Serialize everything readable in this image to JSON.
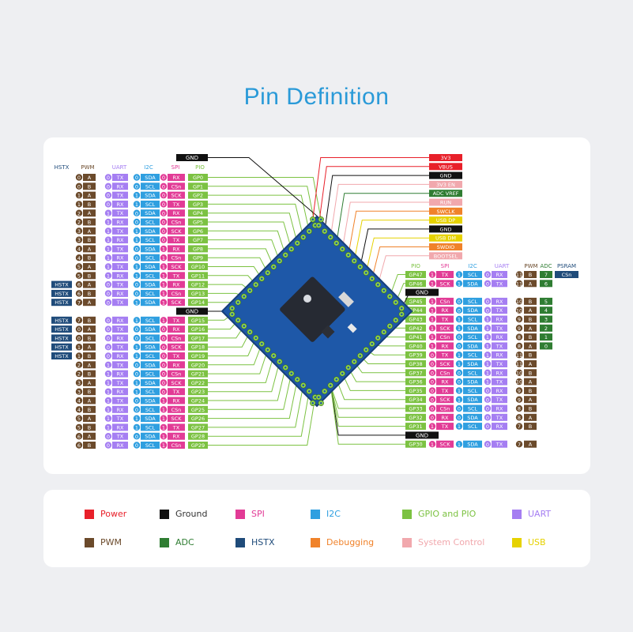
{
  "title": "Pin Definition",
  "colors": {
    "power": "#e8202a",
    "ground": "#111111",
    "spi": "#e23b96",
    "i2c": "#2f9fe0",
    "gpio": "#7cc242",
    "uart": "#a57ef2",
    "pwm": "#6b4a2b",
    "adc": "#2f7d32",
    "hstx": "#1f4b7a",
    "debug": "#f0822a",
    "system": "#f1a8ad",
    "usb": "#e6d200"
  },
  "left_headers": {
    "hstx": "HSTX",
    "pwm": "PWM",
    "uart": "UART",
    "i2c": "I2C",
    "spi": "SPI",
    "pio": "PIO"
  },
  "left_gnd_top": "GND",
  "left_gnd_mid": "GND",
  "left_pins": [
    {
      "hstx": "",
      "pwm": [
        "0",
        "A"
      ],
      "uart": [
        "0",
        "TX"
      ],
      "i2c": [
        "0",
        "SDA"
      ],
      "spi": [
        "0",
        "RX"
      ],
      "pio": "GP0"
    },
    {
      "hstx": "",
      "pwm": [
        "0",
        "B"
      ],
      "uart": [
        "0",
        "RX"
      ],
      "i2c": [
        "0",
        "SCL"
      ],
      "spi": [
        "0",
        "CSn"
      ],
      "pio": "GP1"
    },
    {
      "hstx": "",
      "pwm": [
        "1",
        "A"
      ],
      "uart": [
        "0",
        "TX"
      ],
      "i2c": [
        "1",
        "SDA"
      ],
      "spi": [
        "0",
        "SCK"
      ],
      "pio": "GP2"
    },
    {
      "hstx": "",
      "pwm": [
        "1",
        "B"
      ],
      "uart": [
        "0",
        "RX"
      ],
      "i2c": [
        "1",
        "SCL"
      ],
      "spi": [
        "0",
        "TX"
      ],
      "pio": "GP3"
    },
    {
      "hstx": "",
      "pwm": [
        "2",
        "A"
      ],
      "uart": [
        "1",
        "TX"
      ],
      "i2c": [
        "0",
        "SDA"
      ],
      "spi": [
        "0",
        "RX"
      ],
      "pio": "GP4"
    },
    {
      "hstx": "",
      "pwm": [
        "2",
        "B"
      ],
      "uart": [
        "1",
        "RX"
      ],
      "i2c": [
        "0",
        "SCL"
      ],
      "spi": [
        "0",
        "CSn"
      ],
      "pio": "GP5"
    },
    {
      "hstx": "",
      "pwm": [
        "3",
        "A"
      ],
      "uart": [
        "1",
        "TX"
      ],
      "i2c": [
        "1",
        "SDA"
      ],
      "spi": [
        "0",
        "SCK"
      ],
      "pio": "GP6"
    },
    {
      "hstx": "",
      "pwm": [
        "3",
        "B"
      ],
      "uart": [
        "1",
        "RX"
      ],
      "i2c": [
        "1",
        "SCL"
      ],
      "spi": [
        "0",
        "TX"
      ],
      "pio": "GP7"
    },
    {
      "hstx": "",
      "pwm": [
        "4",
        "A"
      ],
      "uart": [
        "1",
        "TX"
      ],
      "i2c": [
        "0",
        "SDA"
      ],
      "spi": [
        "1",
        "RX"
      ],
      "pio": "GP8"
    },
    {
      "hstx": "",
      "pwm": [
        "4",
        "B"
      ],
      "uart": [
        "1",
        "RX"
      ],
      "i2c": [
        "0",
        "SCL"
      ],
      "spi": [
        "1",
        "CSn"
      ],
      "pio": "GP9"
    },
    {
      "hstx": "",
      "pwm": [
        "5",
        "A"
      ],
      "uart": [
        "1",
        "TX"
      ],
      "i2c": [
        "1",
        "SDA"
      ],
      "spi": [
        "1",
        "SCK"
      ],
      "pio": "GP10"
    },
    {
      "hstx": "",
      "pwm": [
        "5",
        "B"
      ],
      "uart": [
        "1",
        "RX"
      ],
      "i2c": [
        "1",
        "SCL"
      ],
      "spi": [
        "1",
        "TX"
      ],
      "pio": "GP11"
    },
    {
      "hstx": "HSTX",
      "pwm": [
        "6",
        "A"
      ],
      "uart": [
        "0",
        "TX"
      ],
      "i2c": [
        "0",
        "SDA"
      ],
      "spi": [
        "1",
        "RX"
      ],
      "pio": "GP12"
    },
    {
      "hstx": "HSTX",
      "pwm": [
        "6",
        "B"
      ],
      "uart": [
        "0",
        "RX"
      ],
      "i2c": [
        "0",
        "SCL"
      ],
      "spi": [
        "1",
        "CSn"
      ],
      "pio": "GP13"
    },
    {
      "hstx": "HSTX",
      "pwm": [
        "7",
        "A"
      ],
      "uart": [
        "0",
        "TX"
      ],
      "i2c": [
        "1",
        "SDA"
      ],
      "spi": [
        "1",
        "SCK"
      ],
      "pio": "GP14"
    },
    {
      "gnd": true
    },
    {
      "hstx": "HSTX",
      "pwm": [
        "7",
        "B"
      ],
      "uart": [
        "0",
        "RX"
      ],
      "i2c": [
        "1",
        "SCL"
      ],
      "spi": [
        "1",
        "TX"
      ],
      "pio": "GP15"
    },
    {
      "hstx": "HSTX",
      "pwm": [
        "0",
        "A"
      ],
      "uart": [
        "0",
        "TX"
      ],
      "i2c": [
        "0",
        "SDA"
      ],
      "spi": [
        "0",
        "RX"
      ],
      "pio": "GP16"
    },
    {
      "hstx": "HSTX",
      "pwm": [
        "0",
        "B"
      ],
      "uart": [
        "0",
        "RX"
      ],
      "i2c": [
        "0",
        "SCL"
      ],
      "spi": [
        "0",
        "CSn"
      ],
      "pio": "GP17"
    },
    {
      "hstx": "HSTX",
      "pwm": [
        "1",
        "A"
      ],
      "uart": [
        "0",
        "TX"
      ],
      "i2c": [
        "1",
        "SDA"
      ],
      "spi": [
        "0",
        "SCK"
      ],
      "pio": "GP18"
    },
    {
      "hstx": "HSTX",
      "pwm": [
        "1",
        "B"
      ],
      "uart": [
        "0",
        "RX"
      ],
      "i2c": [
        "1",
        "SCL"
      ],
      "spi": [
        "0",
        "TX"
      ],
      "pio": "GP19"
    },
    {
      "hstx": "",
      "pwm": [
        "2",
        "A"
      ],
      "uart": [
        "1",
        "TX"
      ],
      "i2c": [
        "0",
        "SDA"
      ],
      "spi": [
        "0",
        "RX"
      ],
      "pio": "GP20"
    },
    {
      "hstx": "",
      "pwm": [
        "2",
        "B"
      ],
      "uart": [
        "1",
        "RX"
      ],
      "i2c": [
        "0",
        "SCL"
      ],
      "spi": [
        "0",
        "CSn"
      ],
      "pio": "GP21"
    },
    {
      "hstx": "",
      "pwm": [
        "3",
        "A"
      ],
      "uart": [
        "1",
        "TX"
      ],
      "i2c": [
        "1",
        "SDA"
      ],
      "spi": [
        "0",
        "SCK"
      ],
      "pio": "GP22"
    },
    {
      "hstx": "",
      "pwm": [
        "3",
        "B"
      ],
      "uart": [
        "1",
        "RX"
      ],
      "i2c": [
        "1",
        "SCL"
      ],
      "spi": [
        "0",
        "TX"
      ],
      "pio": "GP23"
    },
    {
      "hstx": "",
      "pwm": [
        "4",
        "A"
      ],
      "uart": [
        "1",
        "TX"
      ],
      "i2c": [
        "0",
        "SDA"
      ],
      "spi": [
        "1",
        "RX"
      ],
      "pio": "GP24"
    },
    {
      "hstx": "",
      "pwm": [
        "4",
        "B"
      ],
      "uart": [
        "1",
        "RX"
      ],
      "i2c": [
        "0",
        "SCL"
      ],
      "spi": [
        "1",
        "CSn"
      ],
      "pio": "GP25"
    },
    {
      "hstx": "",
      "pwm": [
        "5",
        "A"
      ],
      "uart": [
        "1",
        "TX"
      ],
      "i2c": [
        "1",
        "SDA"
      ],
      "spi": [
        "1",
        "SCK"
      ],
      "pio": "GP26"
    },
    {
      "hstx": "",
      "pwm": [
        "5",
        "B"
      ],
      "uart": [
        "1",
        "RX"
      ],
      "i2c": [
        "1",
        "SCL"
      ],
      "spi": [
        "1",
        "TX"
      ],
      "pio": "GP27"
    },
    {
      "hstx": "",
      "pwm": [
        "6",
        "A"
      ],
      "uart": [
        "0",
        "TX"
      ],
      "i2c": [
        "0",
        "SDA"
      ],
      "spi": [
        "1",
        "RX"
      ],
      "pio": "GP28"
    },
    {
      "hstx": "",
      "pwm": [
        "6",
        "B"
      ],
      "uart": [
        "0",
        "RX"
      ],
      "i2c": [
        "0",
        "SCL"
      ],
      "spi": [
        "1",
        "CSn"
      ],
      "pio": "GP29"
    }
  ],
  "right_top_pins": [
    {
      "label": "3V3",
      "color": "power"
    },
    {
      "label": "VBUS",
      "color": "power"
    },
    {
      "label": "GND",
      "color": "ground"
    },
    {
      "label": "3V3 EN",
      "color": "system"
    },
    {
      "label": "ADC VREF",
      "color": "adc"
    },
    {
      "label": "RUN",
      "color": "system"
    },
    {
      "label": "SWCLK",
      "color": "debug"
    },
    {
      "label": "USB DP",
      "color": "usb"
    },
    {
      "label": "GND",
      "color": "ground"
    },
    {
      "label": "USB DM",
      "color": "usb"
    },
    {
      "label": "SWDIO",
      "color": "debug"
    },
    {
      "label": "BOOTSEL",
      "color": "system"
    }
  ],
  "right_headers": {
    "pio": "PIO",
    "spi": "SPI",
    "i2c": "I2C",
    "uart": "UART",
    "pwm": "PWM",
    "adc": "ADC",
    "psram": "PSRAM"
  },
  "right_pins": [
    {
      "pio": "GP47",
      "spi": [
        "1",
        "TX"
      ],
      "i2c": [
        "1",
        "SCL"
      ],
      "uart": [
        "0",
        "RX"
      ],
      "pwm": [
        "11",
        "B"
      ],
      "adc": "7",
      "psram": "CSn"
    },
    {
      "pio": "GP46",
      "spi": [
        "1",
        "SCK"
      ],
      "i2c": [
        "1",
        "SDA"
      ],
      "uart": [
        "0",
        "TX"
      ],
      "pwm": [
        "11",
        "A"
      ],
      "adc": "6",
      "psram": ""
    },
    {
      "gnd": true,
      "label": "GND"
    },
    {
      "pio": "GP45",
      "spi": [
        "1",
        "CSn"
      ],
      "i2c": [
        "0",
        "SCL"
      ],
      "uart": [
        "0",
        "RX"
      ],
      "pwm": [
        "10",
        "B"
      ],
      "adc": "5",
      "psram": ""
    },
    {
      "pio": "GP44",
      "spi": [
        "1",
        "RX"
      ],
      "i2c": [
        "0",
        "SDA"
      ],
      "uart": [
        "0",
        "TX"
      ],
      "pwm": [
        "10",
        "A"
      ],
      "adc": "4",
      "psram": ""
    },
    {
      "pio": "GP43",
      "spi": [
        "1",
        "TX"
      ],
      "i2c": [
        "1",
        "SCL"
      ],
      "uart": [
        "1",
        "RX"
      ],
      "pwm": [
        "9",
        "B"
      ],
      "adc": "3",
      "psram": ""
    },
    {
      "pio": "GP42",
      "spi": [
        "1",
        "SCK"
      ],
      "i2c": [
        "1",
        "SDA"
      ],
      "uart": [
        "1",
        "TX"
      ],
      "pwm": [
        "9",
        "A"
      ],
      "adc": "2",
      "psram": ""
    },
    {
      "pio": "GP41",
      "spi": [
        "1",
        "CSn"
      ],
      "i2c": [
        "0",
        "SCL"
      ],
      "uart": [
        "1",
        "RX"
      ],
      "pwm": [
        "8",
        "B"
      ],
      "adc": "1",
      "psram": ""
    },
    {
      "pio": "GP40",
      "spi": [
        "1",
        "RX"
      ],
      "i2c": [
        "0",
        "SDA"
      ],
      "uart": [
        "1",
        "TX"
      ],
      "pwm": [
        "8",
        "A"
      ],
      "adc": "0",
      "psram": ""
    },
    {
      "pio": "GP39",
      "spi": [
        "0",
        "TX"
      ],
      "i2c": [
        "1",
        "SCL"
      ],
      "uart": [
        "1",
        "RX"
      ],
      "pwm": [
        "11",
        "B"
      ],
      "adc": "",
      "psram": ""
    },
    {
      "pio": "GP38",
      "spi": [
        "0",
        "SCK"
      ],
      "i2c": [
        "1",
        "SDA"
      ],
      "uart": [
        "1",
        "TX"
      ],
      "pwm": [
        "11",
        "A"
      ],
      "adc": "",
      "psram": ""
    },
    {
      "pio": "GP37",
      "spi": [
        "0",
        "CSn"
      ],
      "i2c": [
        "0",
        "SCL"
      ],
      "uart": [
        "1",
        "RX"
      ],
      "pwm": [
        "10",
        "B"
      ],
      "adc": "",
      "psram": ""
    },
    {
      "pio": "GP36",
      "spi": [
        "0",
        "RX"
      ],
      "i2c": [
        "0",
        "SDA"
      ],
      "uart": [
        "1",
        "TX"
      ],
      "pwm": [
        "10",
        "A"
      ],
      "adc": "",
      "psram": ""
    },
    {
      "pio": "GP35",
      "spi": [
        "0",
        "TX"
      ],
      "i2c": [
        "1",
        "SCL"
      ],
      "uart": [
        "0",
        "RX"
      ],
      "pwm": [
        "9",
        "B"
      ],
      "adc": "",
      "psram": ""
    },
    {
      "pio": "GP34",
      "spi": [
        "0",
        "SCK"
      ],
      "i2c": [
        "1",
        "SDA"
      ],
      "uart": [
        "0",
        "TX"
      ],
      "pwm": [
        "9",
        "A"
      ],
      "adc": "",
      "psram": ""
    },
    {
      "pio": "GP33",
      "spi": [
        "0",
        "CSn"
      ],
      "i2c": [
        "0",
        "SCL"
      ],
      "uart": [
        "0",
        "RX"
      ],
      "pwm": [
        "8",
        "B"
      ],
      "adc": "",
      "psram": ""
    },
    {
      "pio": "GP32",
      "spi": [
        "0",
        "RX"
      ],
      "i2c": [
        "0",
        "SDA"
      ],
      "uart": [
        "0",
        "TX"
      ],
      "pwm": [
        "8",
        "A"
      ],
      "adc": "",
      "psram": ""
    },
    {
      "pio": "GP31",
      "spi": [
        "1",
        "TX"
      ],
      "i2c": [
        "1",
        "SCL"
      ],
      "uart": [
        "0",
        "RX"
      ],
      "pwm": [
        "7",
        "B"
      ],
      "adc": "",
      "psram": ""
    },
    {
      "gnd": true,
      "label": "GND"
    },
    {
      "pio": "GP30",
      "spi": [
        "1",
        "SCK"
      ],
      "i2c": [
        "1",
        "SDA"
      ],
      "uart": [
        "0",
        "TX"
      ],
      "pwm": [
        "7",
        "A"
      ],
      "adc": "",
      "psram": ""
    }
  ],
  "legend": [
    {
      "label": "Power",
      "color": "#e8202a",
      "text_color": "#e8202a"
    },
    {
      "label": "Ground",
      "color": "#111111",
      "text_color": "#333333"
    },
    {
      "label": "SPI",
      "color": "#e23b96",
      "text_color": "#e23b96"
    },
    {
      "label": "I2C",
      "color": "#2f9fe0",
      "text_color": "#2f9fe0"
    },
    {
      "label": "GPIO and PIO",
      "color": "#7cc242",
      "text_color": "#7cc242"
    },
    {
      "label": "UART",
      "color": "#a57ef2",
      "text_color": "#a57ef2"
    },
    {
      "label": "PWM",
      "color": "#6b4a2b",
      "text_color": "#6b4a2b"
    },
    {
      "label": "ADC",
      "color": "#2f7d32",
      "text_color": "#2f7d32"
    },
    {
      "label": "HSTX",
      "color": "#1f4b7a",
      "text_color": "#1f4b7a"
    },
    {
      "label": "Debugging",
      "color": "#f0822a",
      "text_color": "#f0822a"
    },
    {
      "label": "System Control",
      "color": "#f1a8ad",
      "text_color": "#f1a8ad"
    },
    {
      "label": "USB",
      "color": "#e6d200",
      "text_color": "#e6d200"
    }
  ]
}
